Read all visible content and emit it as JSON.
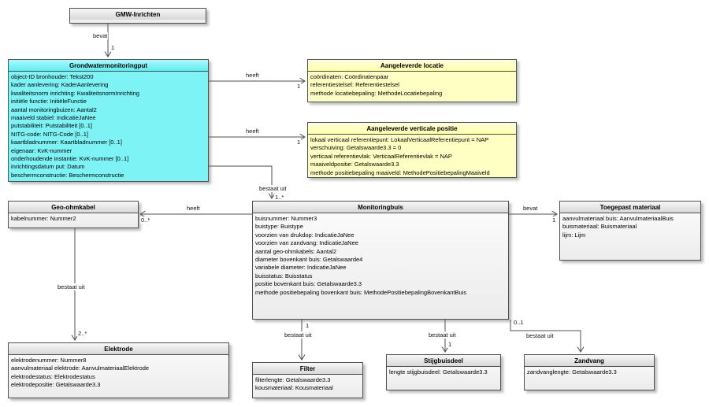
{
  "diagram": {
    "classes": {
      "gmw": {
        "title": "GMW-Inrichten",
        "attributes": []
      },
      "put": {
        "title": "Grondwatermonitoringput",
        "attributes": [
          "object-ID bronhouder: Tekst200",
          "kader aanlevering: KaderAanlevering",
          "kwaliteitsnorm inrichting: KwaliteitsnormInrichting",
          "initiële functie: InitiëleFunctie",
          "aantal monitoringbuizen: Aantal2",
          "maaiveld stabiel: IndicatieJaNee",
          "putstabiliteit: Putstabiliteit [0..1]",
          "NITG-code: NITG-Code [0..1]",
          "kaartbladnummer: Kaartbladnummer [0..1]",
          "eigenaar: KvK-nummer",
          "onderhoudende instantie: KvK-nummer [0..1]",
          "inrichtingsdatum put: Datum",
          "beschermconstructie: Beschermconstructie"
        ]
      },
      "locatie": {
        "title": "Aangeleverde locatie",
        "attributes": [
          "coördinaten: Coördinatenpaar",
          "referentiestelsel: Referentiestelsel",
          "methode locatiebepaling: MethodeLocatiebepaling"
        ]
      },
      "verticaal": {
        "title": "Aangeleverde verticale positie",
        "attributes": [
          "lokaal verticaal referentiepunt: LokaalVerticaalReferentiepunt = NAP",
          "verschuiving: Getalswaarde3.3 = 0",
          "verticaal referentievlak: VerticaalReferentievlak = NAP",
          "maaiveldpositie: Getalswaarde3.3",
          "methode positiebepaling maaiveld: MethodePositiebepalingMaaiveld"
        ]
      },
      "geoohmkabel": {
        "title": "Geo-ohmkabel",
        "attributes": [
          "kabelnummer: Nummer2"
        ]
      },
      "monitoringbuis": {
        "title": "Monitoringbuis",
        "attributes": [
          "buisnummer: Nummer3",
          "buistype: Buistype",
          "voorzien van drukdop: IndicatieJaNee",
          "voorzien van zandvang: IndicatieJaNee",
          "aantal geo-ohmkabels: Aantal2",
          "diameter bovenkant buis: Getalswaarde4",
          "variabele diameter: IndicatieJaNee",
          "buisstatus: Buisstatus",
          "positie bovenkant buis: Getalswaarde3.3",
          "methode positiebepaling bovenkant buis: MethodePositiebepalingBovenkantBuis"
        ]
      },
      "toegepast": {
        "title": "Toegepast materiaal",
        "attributes": [
          "aanvulmateriaal buis: AanvulmateriaalBuis",
          "buismateriaal: Buismateriaal",
          "lijm: Lijm"
        ]
      },
      "elektrode": {
        "title": "Elektrode",
        "attributes": [
          "elektrodenummer: Nummer8",
          "aanvulmateriaal elektrode: AanvulmateriaalElektrode",
          "elektrodestatus: Elektrodestatus",
          "elektrodepositie: Getalswaarde3.3"
        ]
      },
      "filter": {
        "title": "Filter",
        "attributes": [
          "filterlengte: Getalswaarde3.3",
          "kousmateriaal: Kousmateriaal"
        ]
      },
      "stijgbuisdeel": {
        "title": "Stijgbuisdeel",
        "attributes": [
          "lengte stijgbuisdeel: Getalswaarde3.3"
        ]
      },
      "zandvang": {
        "title": "Zandvang",
        "attributes": [
          "zandvanglengte: Getalswaarde3.3"
        ]
      }
    },
    "connectors": {
      "gmw_put": {
        "label": "bevat",
        "multiplicity": "1"
      },
      "put_locatie": {
        "label": "heeft",
        "multiplicity": "1"
      },
      "put_verticaal": {
        "label": "heeft",
        "multiplicity": "1"
      },
      "put_buis": {
        "label": "bestaat uit",
        "multiplicity": "1..*"
      },
      "buis_kabel": {
        "label": "heeft",
        "multiplicity": "0..*"
      },
      "buis_materiaal": {
        "label": "bevat",
        "multiplicity": "1"
      },
      "kabel_elektrode": {
        "label": "bestaat uit",
        "multiplicity": "2..*"
      },
      "buis_filter": {
        "label": "bestaat uit",
        "multiplicity": "1"
      },
      "buis_stijgbuisdeel": {
        "label": "bestaat uit",
        "multiplicity": "1"
      },
      "buis_zandvang": {
        "label": "bestaat uit",
        "multiplicity": "0..1"
      }
    },
    "colors": {
      "class_cyan": "#7df3f6",
      "class_yellow": "#ffffc4",
      "class_gray": "#f2f2f2",
      "connector": "#4f4f4f"
    }
  }
}
